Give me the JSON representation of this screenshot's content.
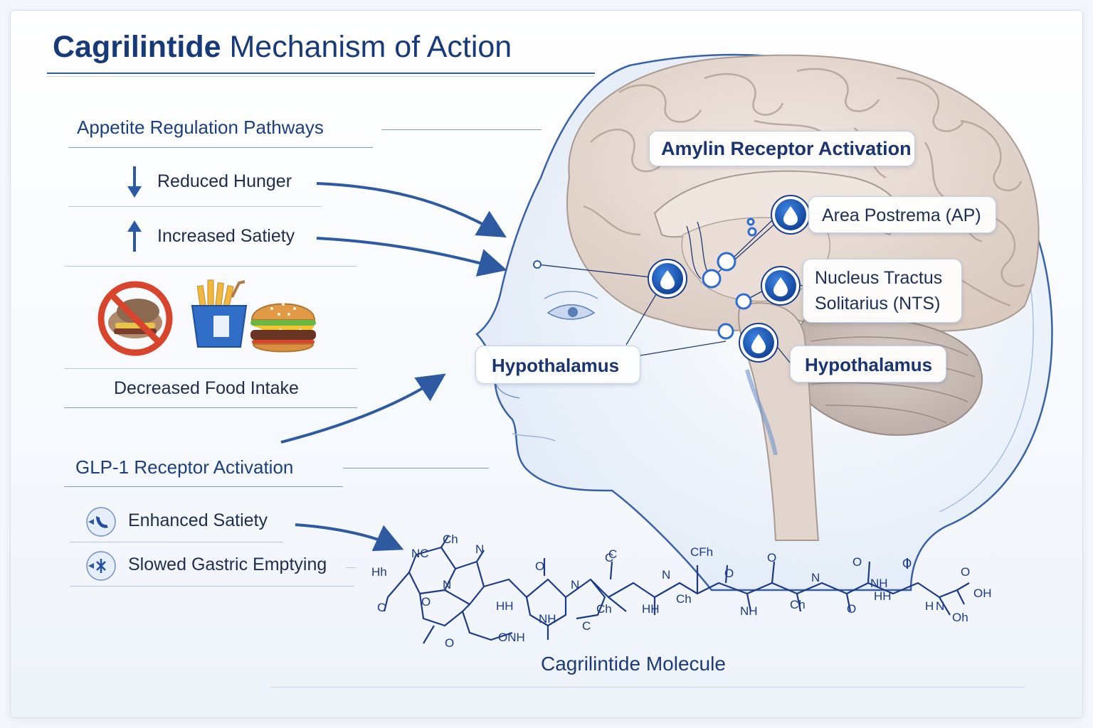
{
  "title": {
    "bold": "Cagrilintide",
    "rest": " Mechanism of Action"
  },
  "appetite": {
    "heading": "Appetite Regulation Pathways",
    "items": [
      {
        "label": "Reduced Hunger",
        "icon": "arrow-down-icon"
      },
      {
        "label": "Increased Satiety",
        "icon": "arrow-up-icon"
      }
    ],
    "food_icons": [
      "no-food-icon",
      "fries-icon",
      "burger-icon"
    ],
    "food_caption": "Decreased Food Intake"
  },
  "glp1": {
    "heading": "GLP-1 Receptor Activation",
    "items": [
      {
        "label": "Enhanced Satiety",
        "icon": "satiety-icon"
      },
      {
        "label": "Slowed Gastric Emptying",
        "icon": "gastric-icon"
      }
    ]
  },
  "brain": {
    "amylin_label": "Amylin Receptor Activation",
    "area_postrema": "Area Postrema (AP)",
    "nts_line1": "Nucleus Tractus",
    "nts_line2": "Solitarius (NTS)",
    "hypothalamus_left": "Hypothalamus",
    "hypothalamus_right": "Hypothalamus"
  },
  "molecule": {
    "caption": "Cagrilintide Molecule",
    "atom_labels": [
      "Hh",
      "NC",
      "Ch",
      "N",
      "C",
      "O",
      "N",
      "HH",
      "NH",
      "Ch",
      "O",
      "N",
      "O",
      "C",
      "Ch",
      "HH",
      "N",
      "CFh",
      "Ch",
      "O",
      "NH",
      "O",
      "N",
      "Ch",
      "O",
      "O",
      "NH",
      "HH",
      "O",
      "H",
      "N",
      "OH",
      "Oh",
      "O",
      "ONH",
      "C"
    ]
  },
  "colors": {
    "accent": "#173a7a",
    "arrow": "#2e5aa2",
    "node": "#1f5bb8",
    "brain": "#e5d9d2"
  }
}
